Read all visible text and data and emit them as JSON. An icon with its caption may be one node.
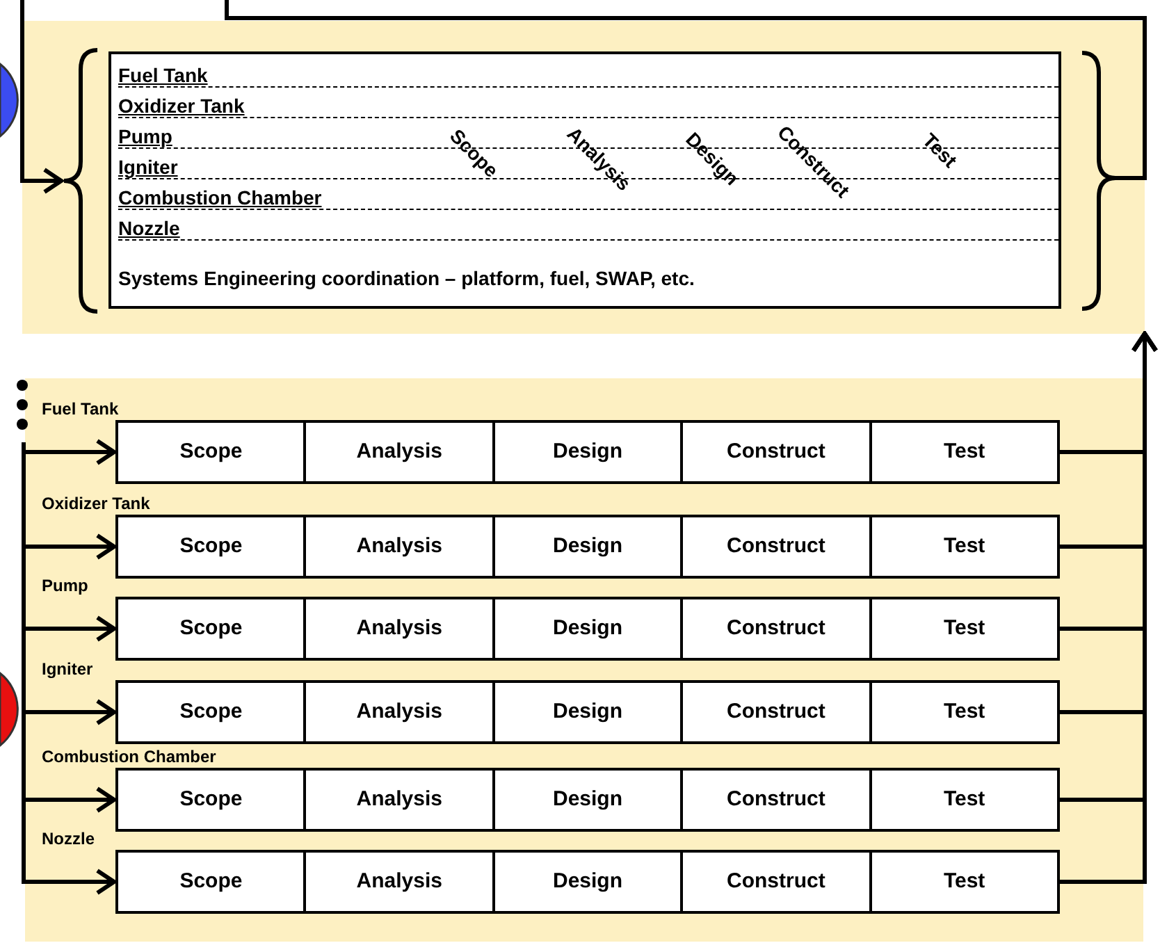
{
  "diagram": {
    "nodes": [
      {
        "text": [],
        "shape": "box"
      },
      {
        "text": [
          "Fuel Tank",
          "Oxidizer Tank",
          "Pump",
          "Igniter",
          "Combustion Chamber",
          "Nozzle",
          "Scope",
          "Analysis",
          "Design",
          "Construct",
          "Test",
          "Systems Engineering coordination – platform, fuel, SWAP, etc."
        ],
        "in": 0
      },
      {
        "text": [],
        "shape": "box"
      },
      {
        "text": [],
        "shape": "box",
        "beside": [
          "Fuel Tank"
        ],
        "in": 2
      },
      {
        "text": [
          "Scope"
        ],
        "in": 3
      },
      {
        "text": [
          "Analysis"
        ],
        "in": 3
      },
      {
        "text": [
          "Design"
        ],
        "in": 3
      },
      {
        "text": [
          "Construct"
        ],
        "in": 3
      },
      {
        "text": [
          "Test"
        ],
        "in": 3
      },
      {
        "text": [],
        "shape": "box",
        "beside": [
          "Oxidizer Tank"
        ],
        "in": 2
      },
      {
        "text": [
          "Scope"
        ],
        "in": 9
      },
      {
        "text": [
          "Analysis"
        ],
        "in": 9
      },
      {
        "text": [
          "Design"
        ],
        "in": 9
      },
      {
        "text": [
          "Construct"
        ],
        "in": 9
      },
      {
        "text": [
          "Test"
        ],
        "in": 9
      },
      {
        "text": [],
        "shape": "box",
        "beside": [
          "Pump"
        ],
        "in": 2
      },
      {
        "text": [
          "Scope"
        ],
        "in": 15
      },
      {
        "text": [
          "Analysis"
        ],
        "in": 15
      },
      {
        "text": [
          "Design"
        ],
        "in": 15
      },
      {
        "text": [
          "Construct"
        ],
        "in": 15
      },
      {
        "text": [
          "Test"
        ],
        "in": 15
      },
      {
        "text": [],
        "shape": "box",
        "beside": [
          "Igniter"
        ],
        "in": 2
      },
      {
        "text": [
          "Scope"
        ],
        "in": 21
      },
      {
        "text": [
          "Analysis"
        ],
        "in": 21
      },
      {
        "text": [
          "Design"
        ],
        "in": 21
      },
      {
        "text": [
          "Construct"
        ],
        "in": 21
      },
      {
        "text": [
          "Test"
        ],
        "in": 21
      },
      {
        "text": [],
        "shape": "box",
        "beside": [
          "Combustion Chamber"
        ],
        "in": 2
      },
      {
        "text": [
          "Scope"
        ],
        "in": 27
      },
      {
        "text": [
          "Analysis"
        ],
        "in": 27
      },
      {
        "text": [
          "Design"
        ],
        "in": 27
      },
      {
        "text": [
          "Construct"
        ],
        "in": 27
      },
      {
        "text": [
          "Test"
        ],
        "in": 27
      },
      {
        "text": [],
        "shape": "box",
        "beside": [
          "Nozzle"
        ],
        "in": 2
      },
      {
        "text": [
          "Scope"
        ],
        "in": 33
      },
      {
        "text": [
          "Analysis"
        ],
        "in": 33
      },
      {
        "text": [
          "Design"
        ],
        "in": 33
      },
      {
        "text": [
          "Construct"
        ],
        "in": 33
      },
      {
        "text": [
          "Test"
        ],
        "in": 33
      }
    ],
    "edges": [
      {
        "from": null,
        "to": 3,
        "arrow": "to"
      },
      {
        "from": null,
        "to": 9,
        "arrow": "to"
      },
      {
        "from": null,
        "to": 15,
        "arrow": "to"
      },
      {
        "from": null,
        "to": 21,
        "arrow": "to"
      },
      {
        "from": null,
        "to": 27,
        "arrow": "to"
      },
      {
        "from": null,
        "to": 33,
        "arrow": "to"
      },
      {
        "from": 3,
        "to": 0,
        "arrow": "to"
      },
      {
        "from": 9,
        "to": 0,
        "arrow": "to"
      },
      {
        "from": 15,
        "to": 0,
        "arrow": "to"
      },
      {
        "from": 21,
        "to": 0,
        "arrow": "to"
      },
      {
        "from": 27,
        "to": 0,
        "arrow": "to"
      },
      {
        "from": 33,
        "to": 0,
        "arrow": "to"
      },
      {
        "from": 0,
        "to": null,
        "arrow": "none"
      },
      {
        "from": null,
        "to": 0,
        "arrow": "to"
      }
    ]
  }
}
